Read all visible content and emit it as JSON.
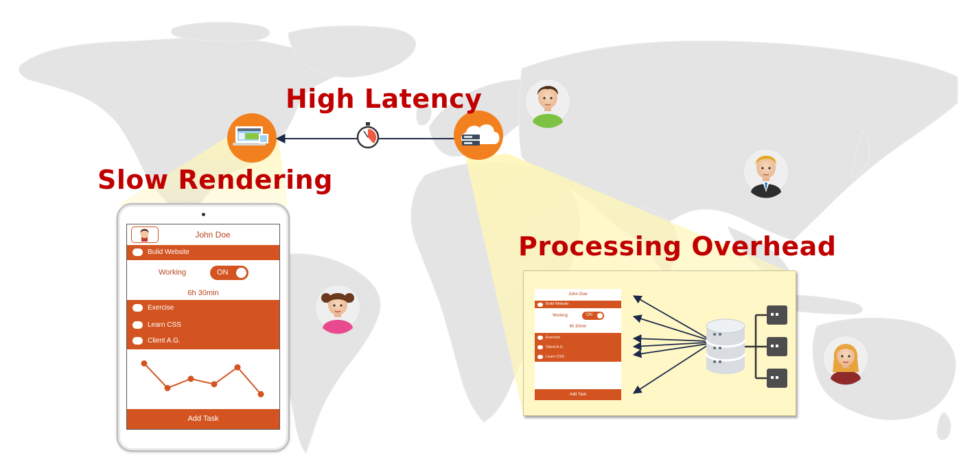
{
  "labels": {
    "latency": "High Latency",
    "slow_rendering": "Slow Rendering",
    "processing": "Processing Overhead"
  },
  "app": {
    "user_name": "John Doe",
    "task_top": "Bulid Website",
    "status_label": "Working",
    "toggle_label": "ON",
    "duration": "6h 30min",
    "tasks": [
      "Exercise",
      "Learn CSS",
      "Client A.G."
    ],
    "add_task": "Add Task",
    "chart_values": [
      4.6,
      1.4,
      2.6,
      1.9,
      4.1,
      0.6
    ]
  },
  "mini_app": {
    "user_name": "John Doe",
    "task_top": "Build Website",
    "status_label": "Working",
    "toggle_label": "ON",
    "duration": "6h 30min",
    "tasks": [
      "Exercise",
      "Client A.G.",
      "Learn CSS"
    ],
    "add_task": "Add Task"
  },
  "colors": {
    "headline": "#c00000",
    "accent": "#d35420",
    "icon_orange": "#f2801f",
    "map": "#e4e4e4"
  },
  "icons": {
    "client": "laptop-screens-icon",
    "cloud": "cloud-server-icon",
    "timer": "stopwatch-icon",
    "database": "database-icon",
    "server": "server-icon"
  }
}
